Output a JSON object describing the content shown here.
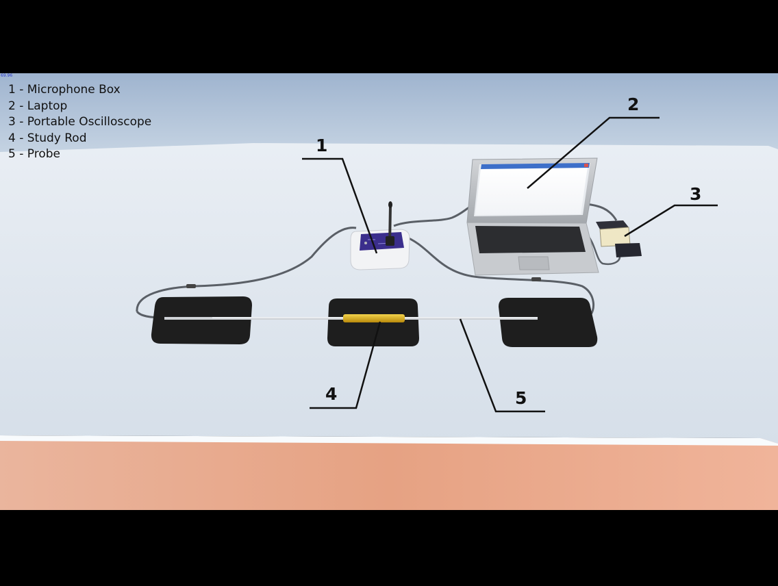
{
  "fps_readout": "69.96",
  "legend": [
    {
      "text": "1 - Microphone Box"
    },
    {
      "text": "2 - Laptop"
    },
    {
      "text": "3 - Portable Oscilloscope"
    },
    {
      "text": "4 - Study Rod"
    },
    {
      "text": "5 - Probe"
    }
  ],
  "callouts": {
    "c1": "1",
    "c2": "2",
    "c3": "3",
    "c4": "4",
    "c5": "5"
  },
  "colors": {
    "sky": "#a9bed6",
    "table": "#dfe7ef",
    "floor": "#e4987a",
    "pad": "#1e1e1e",
    "rod": "#e0b21e",
    "probe": "#c8c8c8",
    "mic_box_panel": "#3b2e8c",
    "laptop_body": "#b9bcc0",
    "oscilloscope": "#2a2a33"
  }
}
